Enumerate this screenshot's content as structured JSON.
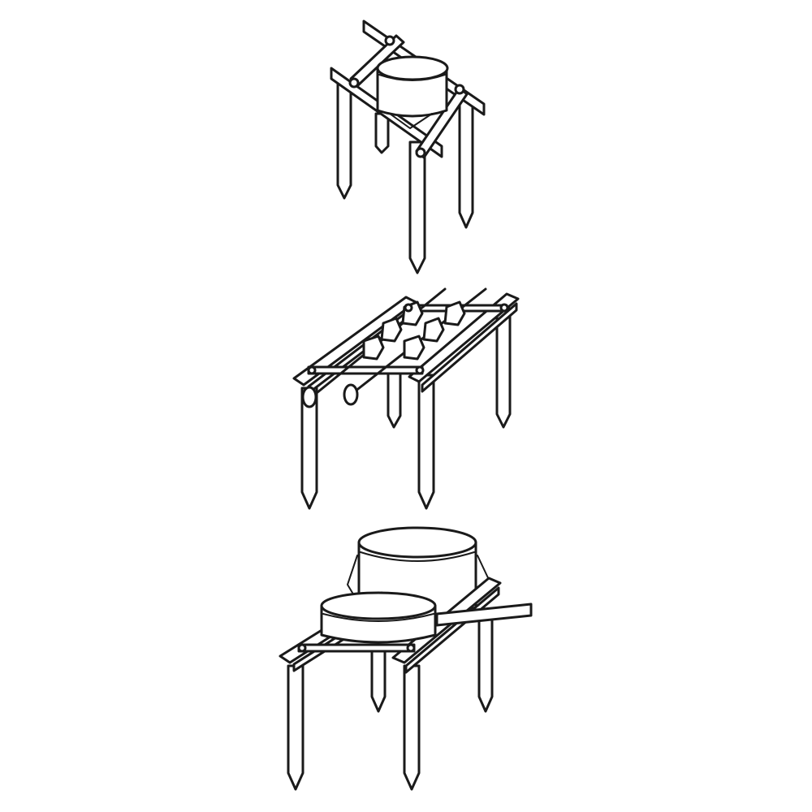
{
  "figures": [
    {
      "usage": "pot-on-crossed-rails",
      "icon": "pot-stand-icon"
    },
    {
      "usage": "skewers-on-rails",
      "icon": "skewer-grill-icon"
    },
    {
      "usage": "pot-and-pan-on-rails",
      "icon": "cookware-stand-icon"
    }
  ],
  "colors": {
    "background": "#ffffff",
    "ink": "#1a1a1a"
  }
}
